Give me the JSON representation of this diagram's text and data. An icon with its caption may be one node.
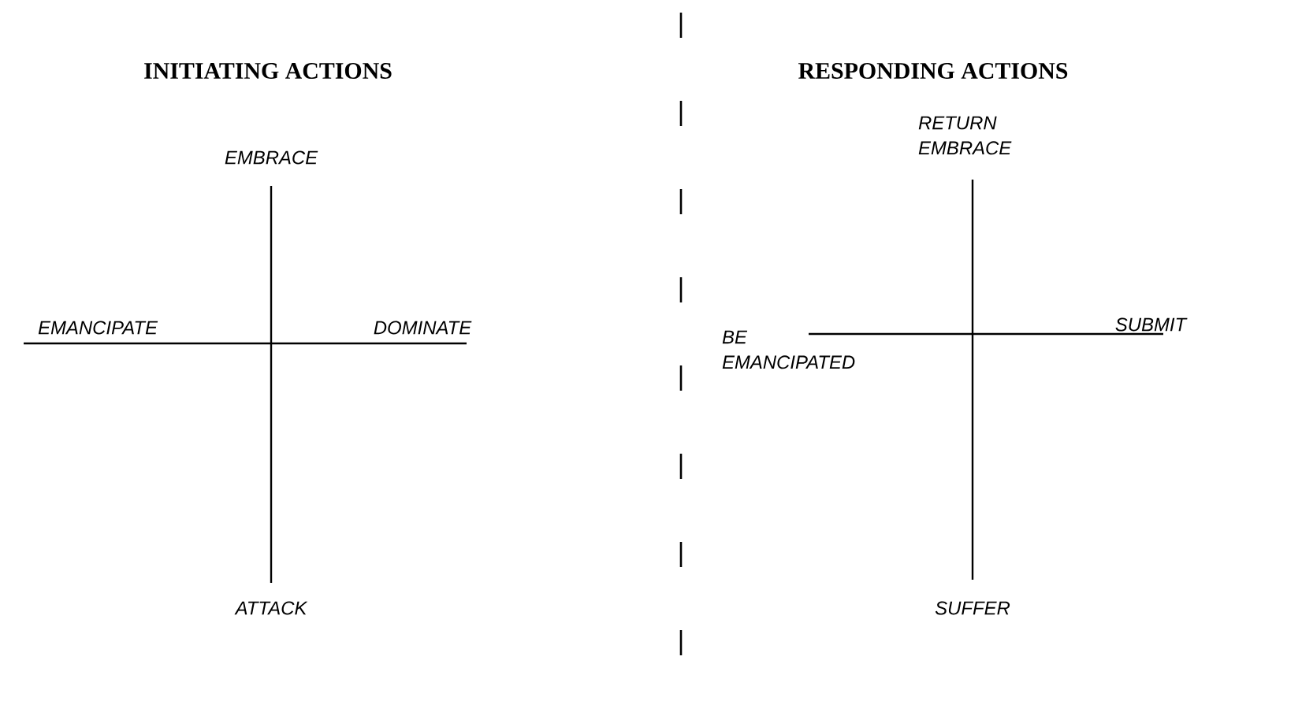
{
  "diagram": {
    "labels": [
      "INITIATING ACTIONS",
      "RESPONDING ACTIONS",
      "RETURN EMBRACE",
      "EMBRACE",
      "EMANCIPATE",
      "DOMINATE",
      "BE EMANCIPATED",
      "SUBMIT",
      "ATTACK",
      "SUFFER"
    ]
  }
}
